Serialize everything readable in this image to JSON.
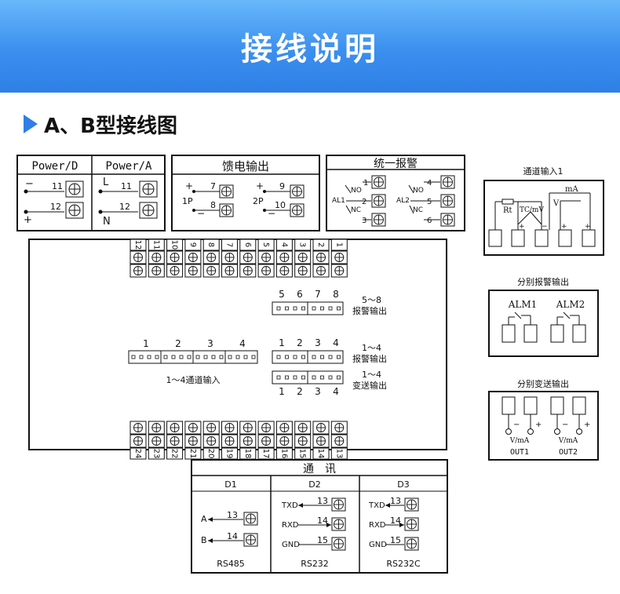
{
  "header": {
    "title": "接线说明"
  },
  "section": {
    "title": "A、B型接线图"
  },
  "power": {
    "d_title": "Power/D",
    "a_title": "Power/A",
    "d_minus": "−",
    "d_plus": "+",
    "d_t1": "11",
    "d_t2": "12",
    "a_l": "L",
    "a_n": "N",
    "a_t1": "11",
    "a_t2": "12"
  },
  "feed": {
    "title": "馈电输出",
    "p1": "1P",
    "p2": "2P",
    "t7": "7",
    "t8": "8",
    "t9": "9",
    "t10": "10",
    "plus": "+",
    "minus": "−"
  },
  "alarm": {
    "title": "统一报警",
    "al1": "AL1",
    "al2": "AL2",
    "no": "NO",
    "nc": "NC",
    "t1": "1",
    "t2": "2",
    "t3": "3",
    "t4": "4",
    "t5": "5",
    "t6": "6"
  },
  "board": {
    "top_terms": [
      "12",
      "11",
      "10",
      "9",
      "8",
      "7",
      "6",
      "5",
      "4",
      "3",
      "2",
      "1"
    ],
    "bottom_terms": [
      "24",
      "23",
      "22",
      "21",
      "20",
      "19",
      "18",
      "17",
      "16",
      "15",
      "14",
      "13"
    ],
    "ch_top_nums": [
      "5",
      "6",
      "7",
      "8"
    ],
    "ch_mid_nums": [
      "1",
      "2",
      "3",
      "4"
    ],
    "ch_bot_nums": [
      "1",
      "2",
      "3",
      "4"
    ],
    "in_nums": [
      "1",
      "2",
      "3",
      "4"
    ],
    "lbl_58_range": "5～8",
    "lbl_58_text": "报警输出",
    "lbl_14a_range": "1～4",
    "lbl_14a_text": "报警输出",
    "lbl_14b_range": "1～4",
    "lbl_14b_text": "变送输出",
    "in_label": "1～4通道输入"
  },
  "comm": {
    "title": "通　讯",
    "d1": "D1",
    "d2": "D2",
    "d3": "D3",
    "a": "A",
    "b": "B",
    "t13": "13",
    "t14": "14",
    "t15": "15",
    "txd": "TXD",
    "rxd": "RXD",
    "gnd": "GND",
    "rs485": "RS485",
    "rs232": "RS232",
    "rs232c": "RS232C"
  },
  "side": {
    "ch_input_title": "通道输入1",
    "rt": "Rt",
    "tcmv": "TC/mV",
    "v": "V",
    "ma": "mA",
    "alarm_title": "分别报警输出",
    "alm1": "ALM1",
    "alm2": "ALM2",
    "trans_title": "分别变送输出",
    "vma": "V/mA",
    "out1": "OUT1",
    "out2": "OUT2"
  }
}
